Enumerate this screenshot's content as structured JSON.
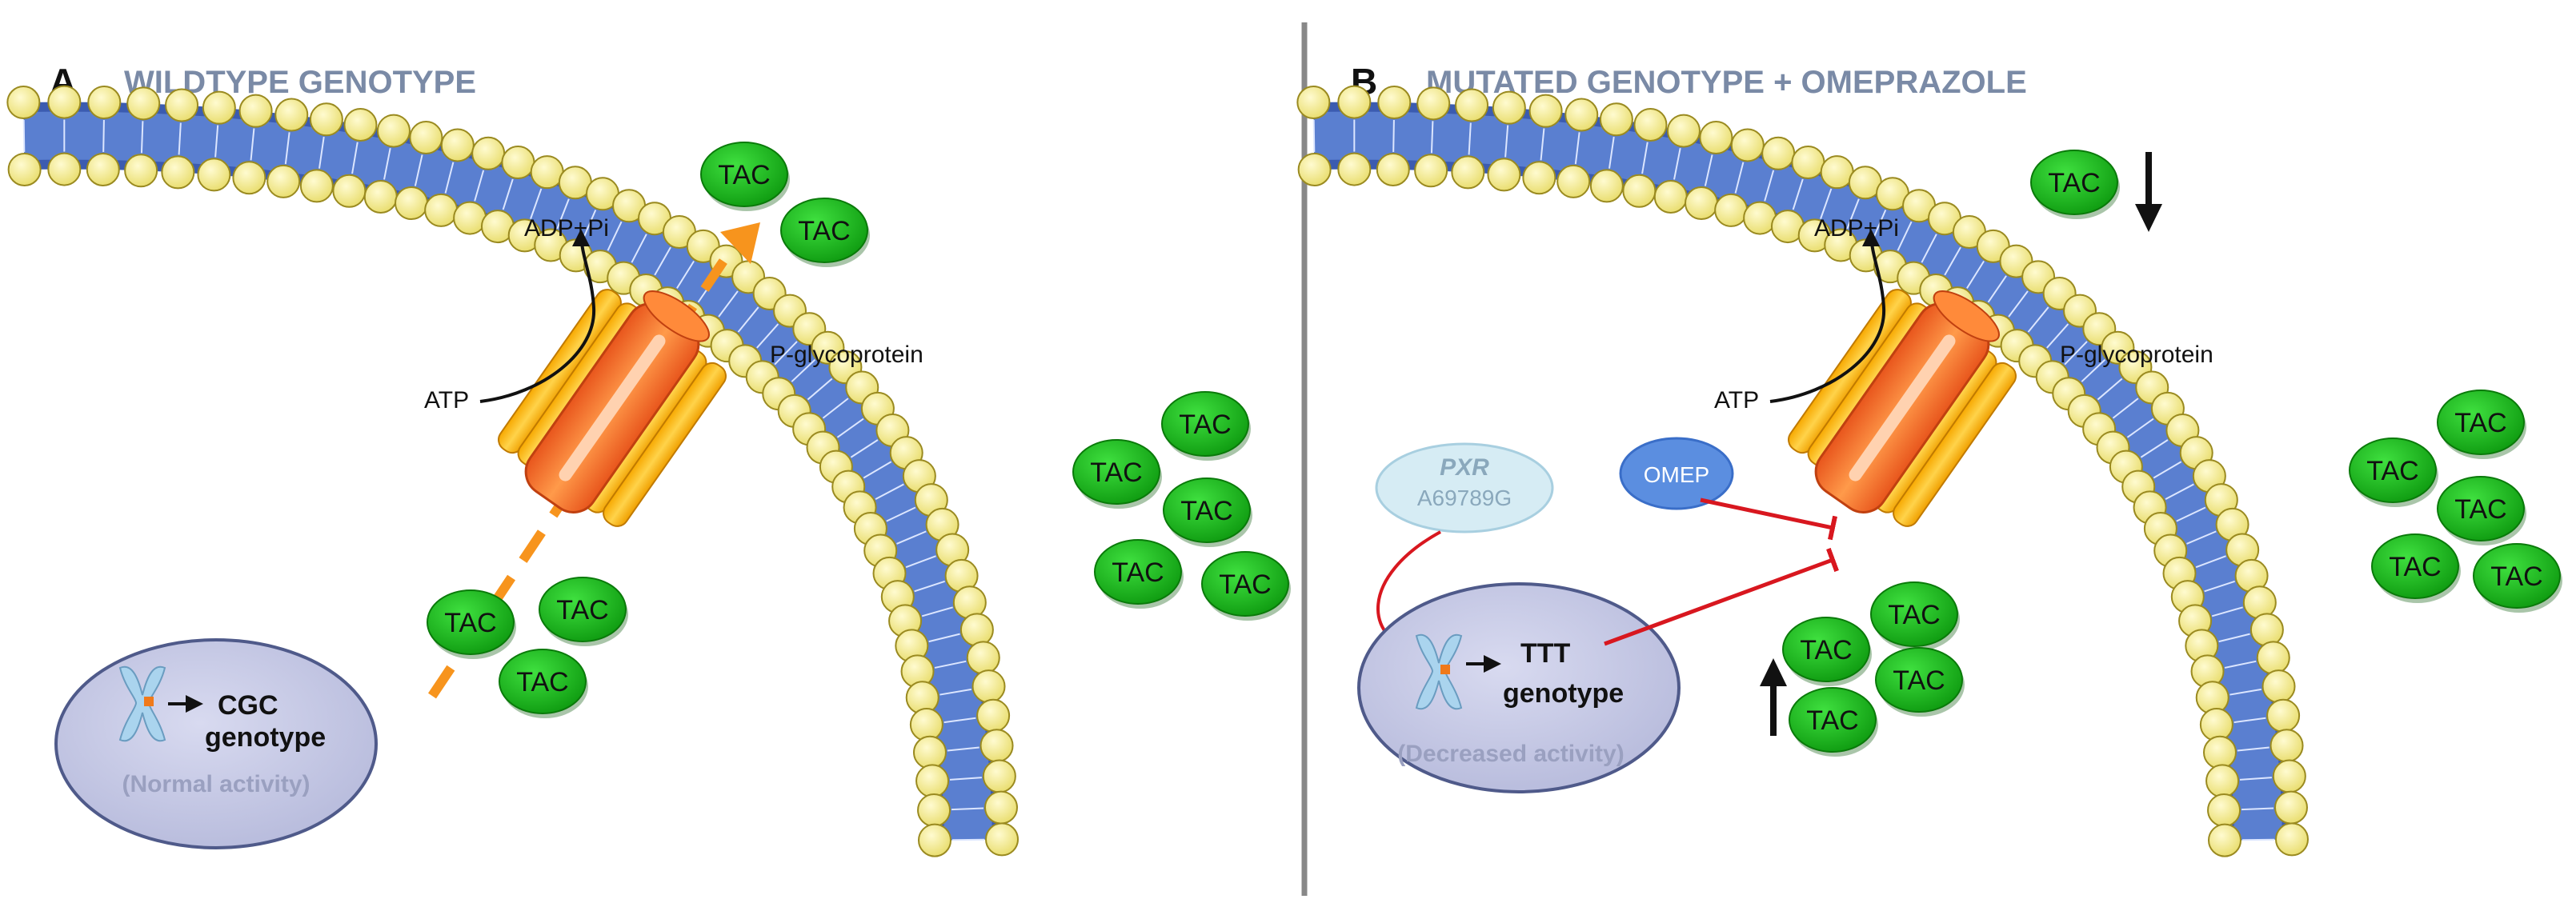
{
  "panels": [
    {
      "letter": "A",
      "title": "WILDTYPE GENOTYPE",
      "atp": "ATP",
      "adp": "ADP+Pi",
      "protein": "P-glycoprotein",
      "nucleus_genotype_line1": "CGC",
      "nucleus_genotype_line2": "genotype",
      "nucleus_activity": "(Normal activity)",
      "tac": "TAC"
    },
    {
      "letter": "B",
      "title": "MUTATED GENOTYPE + OMEPRAZOLE",
      "atp": "ATP",
      "adp": "ADP+Pi",
      "protein": "P-glycoprotein",
      "nucleus_genotype_line1": "TTT",
      "nucleus_genotype_line2": "genotype",
      "nucleus_activity": "(Decreased activity)",
      "tac": "TAC",
      "pxr_name": "PXR",
      "pxr_variant": "A69789G",
      "omep": "OMEP"
    }
  ],
  "colors": {
    "title": "#7a8aa6",
    "membrane_blue": "#4a6cc0",
    "lipid_head": "#f6ef9a",
    "tac_green": "#1fbf1f",
    "pump_orange": "#f07a1a",
    "arrow_orange": "#f7941d",
    "inhibit_red": "#d8171f",
    "nucleus_fill": "#c8cbe6",
    "divider": "#888888"
  },
  "icons": [
    "chromosome-icon",
    "up-arrow-icon",
    "down-arrow-icon"
  ]
}
